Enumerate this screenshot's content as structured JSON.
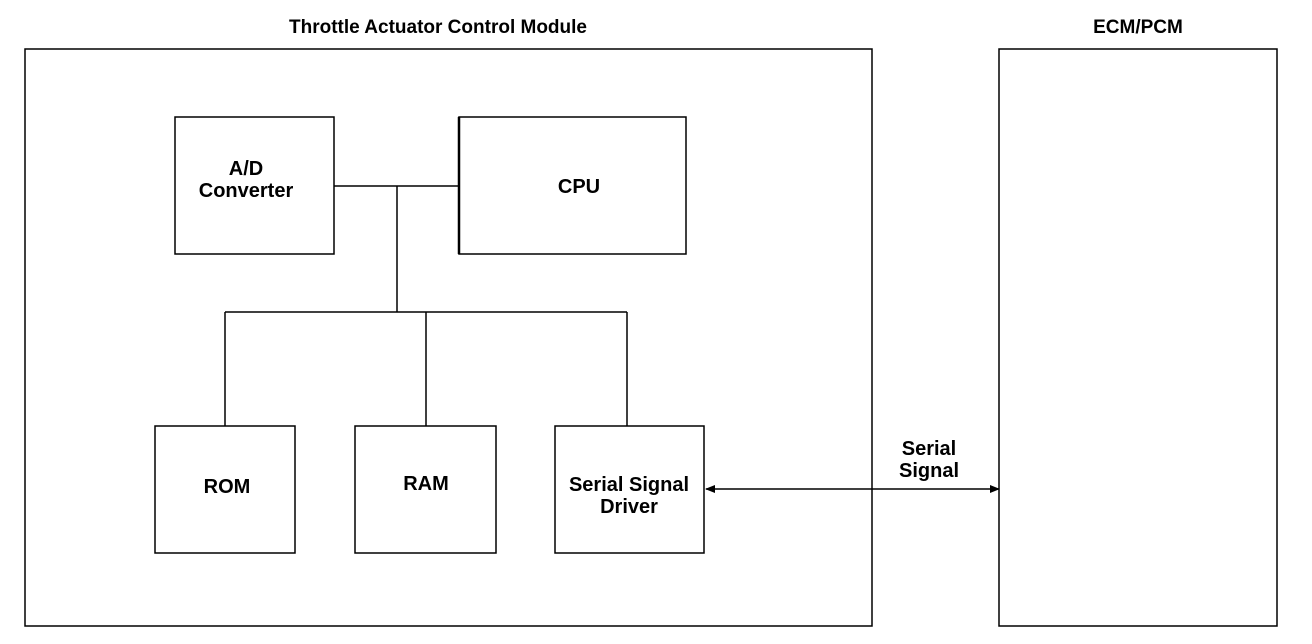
{
  "modules": {
    "tacm_title": "Throttle Actuator Control Module",
    "ecm_title": "ECM/PCM"
  },
  "blocks": {
    "ad_converter": [
      "A/D",
      "Converter"
    ],
    "cpu": "CPU",
    "rom": "ROM",
    "ram": "RAM",
    "serial_driver": [
      "Serial Signal",
      "Driver"
    ]
  },
  "connection": {
    "serial_signal": [
      "Serial",
      "Signal"
    ]
  }
}
